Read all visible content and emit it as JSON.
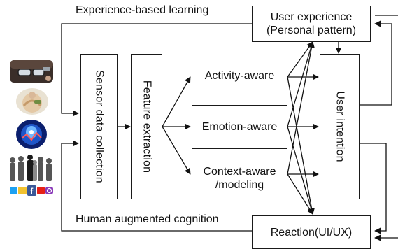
{
  "labels": {
    "top": "Experience-based learning",
    "bottom": "Human augmented cognition"
  },
  "boxes": {
    "sensor": "Sensor data collection",
    "feature": "Feature extraction",
    "activity": "Activity-aware",
    "emotion": "Emotion-aware",
    "context_line1": "Context-aware",
    "context_line2": "/modeling",
    "intention": "User intention",
    "experience_line1": "User experience",
    "experience_line2": "(Personal pattern)",
    "reaction": "Reaction(UI/UX)"
  },
  "icons": [
    "smart-glasses-photo-icon",
    "body-sensor-photo-icon",
    "emotion-brain-photo-icon",
    "people-silhouettes-icon",
    "social-media-logos-icon"
  ]
}
